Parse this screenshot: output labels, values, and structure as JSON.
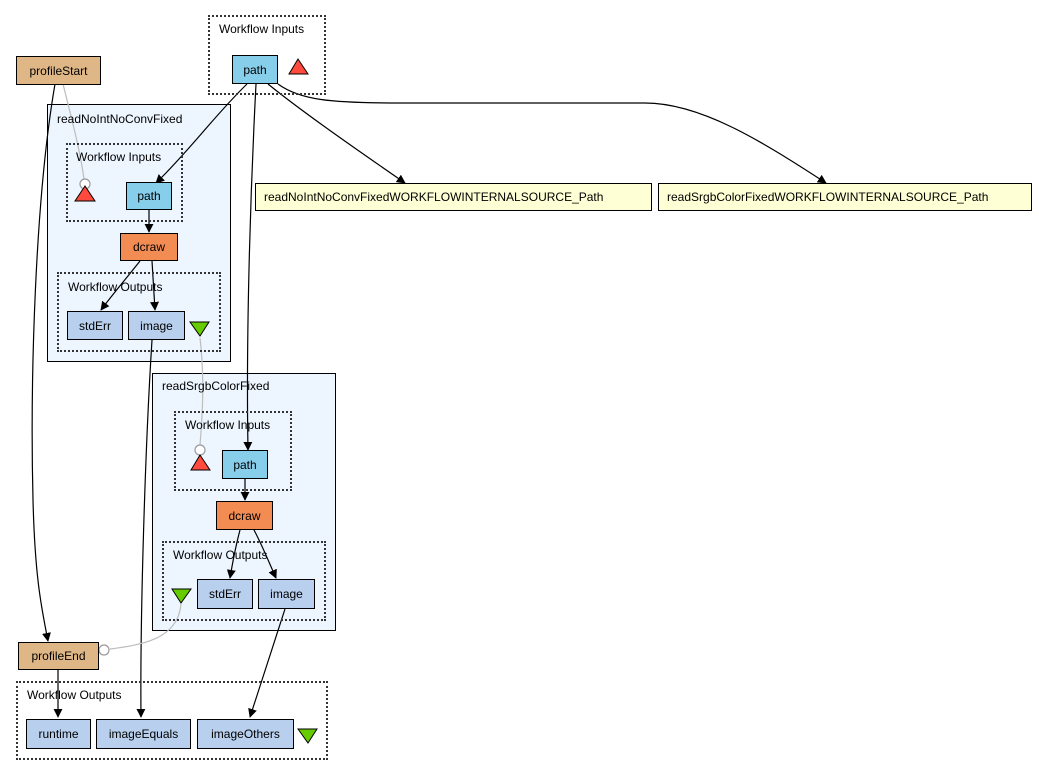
{
  "top_inputs": {
    "title": "Workflow Inputs",
    "path": "path"
  },
  "profile_start": "profileStart",
  "profile_end": "profileEnd",
  "sources": {
    "noint": "readNoIntNoConvFixedWORKFLOWINTERNALSOURCE_Path",
    "srgb": "readSrgbColorFixedWORKFLOWINTERNALSOURCE_Path"
  },
  "sub1": {
    "title": "readNoIntNoConvFixed",
    "inputs_title": "Workflow Inputs",
    "path": "path",
    "tool": "dcraw",
    "outputs_title": "Workflow Outputs",
    "stderr": "stdErr",
    "image": "image"
  },
  "sub2": {
    "title": "readSrgbColorFixed",
    "inputs_title": "Workflow Inputs",
    "path": "path",
    "tool": "dcraw",
    "outputs_title": "Workflow Outputs",
    "stderr": "stdErr",
    "image": "image"
  },
  "bottom_outputs": {
    "title": "Workflow Outputs",
    "runtime": "runtime",
    "image_equals": "imageEquals",
    "image_others": "imageOthers"
  },
  "colors": {
    "processor": "#dfb787",
    "input_port": "#87ceeb",
    "output_port": "#b8cfee",
    "tool": "#f28c53",
    "source": "#ffffd5",
    "subworkflow_bg": "#edf5ff",
    "input_triangle": "#ff4a3d",
    "output_triangle": "#66cc00"
  }
}
